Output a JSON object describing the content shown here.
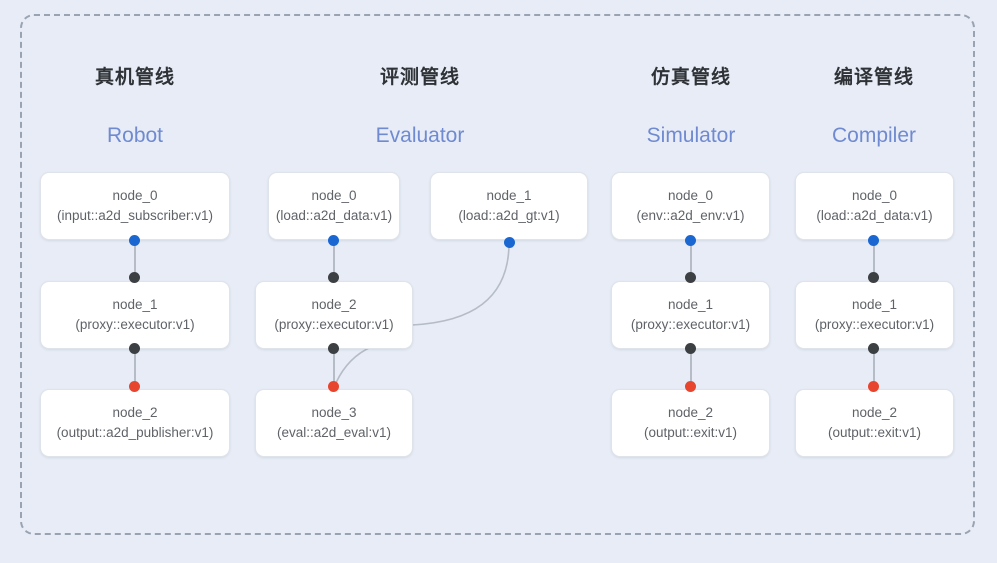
{
  "diagram": {
    "frame_style": "dashed-rounded",
    "background_color": "#e7ecf6",
    "dot_colors": {
      "input": "#1a67d2",
      "proxy": "#3c4043",
      "output": "#e8452f"
    },
    "title_color_en": "#6f8ad0",
    "title_color_cn": "#2f3337"
  },
  "columns": [
    {
      "title_cn": "真机管线",
      "title_en": "Robot",
      "nodes": [
        {
          "name": "node_0",
          "type": "(input::a2d_subscriber:v1)"
        },
        {
          "name": "node_1",
          "type": "(proxy::executor:v1)"
        },
        {
          "name": "node_2",
          "type": "(output::a2d_publisher:v1)"
        }
      ]
    },
    {
      "title_cn": "评测管线",
      "title_en": "Evaluator",
      "nodes": [
        {
          "name": "node_0",
          "type": "(load::a2d_data:v1)"
        },
        {
          "name": "node_1",
          "type": "(load::a2d_gt:v1)"
        },
        {
          "name": "node_2",
          "type": "(proxy::executor:v1)"
        },
        {
          "name": "node_3",
          "type": "(eval::a2d_eval:v1)"
        }
      ]
    },
    {
      "title_cn": "仿真管线",
      "title_en": "Simulator",
      "nodes": [
        {
          "name": "node_0",
          "type": "(env::a2d_env:v1)"
        },
        {
          "name": "node_1",
          "type": "(proxy::executor:v1)"
        },
        {
          "name": "node_2",
          "type": "(output::exit:v1)"
        }
      ]
    },
    {
      "title_cn": "编译管线",
      "title_en": "Compiler",
      "nodes": [
        {
          "name": "node_0",
          "type": "(load::a2d_data:v1)"
        },
        {
          "name": "node_1",
          "type": "(proxy::executor:v1)"
        },
        {
          "name": "node_2",
          "type": "(output::exit:v1)"
        }
      ]
    }
  ]
}
